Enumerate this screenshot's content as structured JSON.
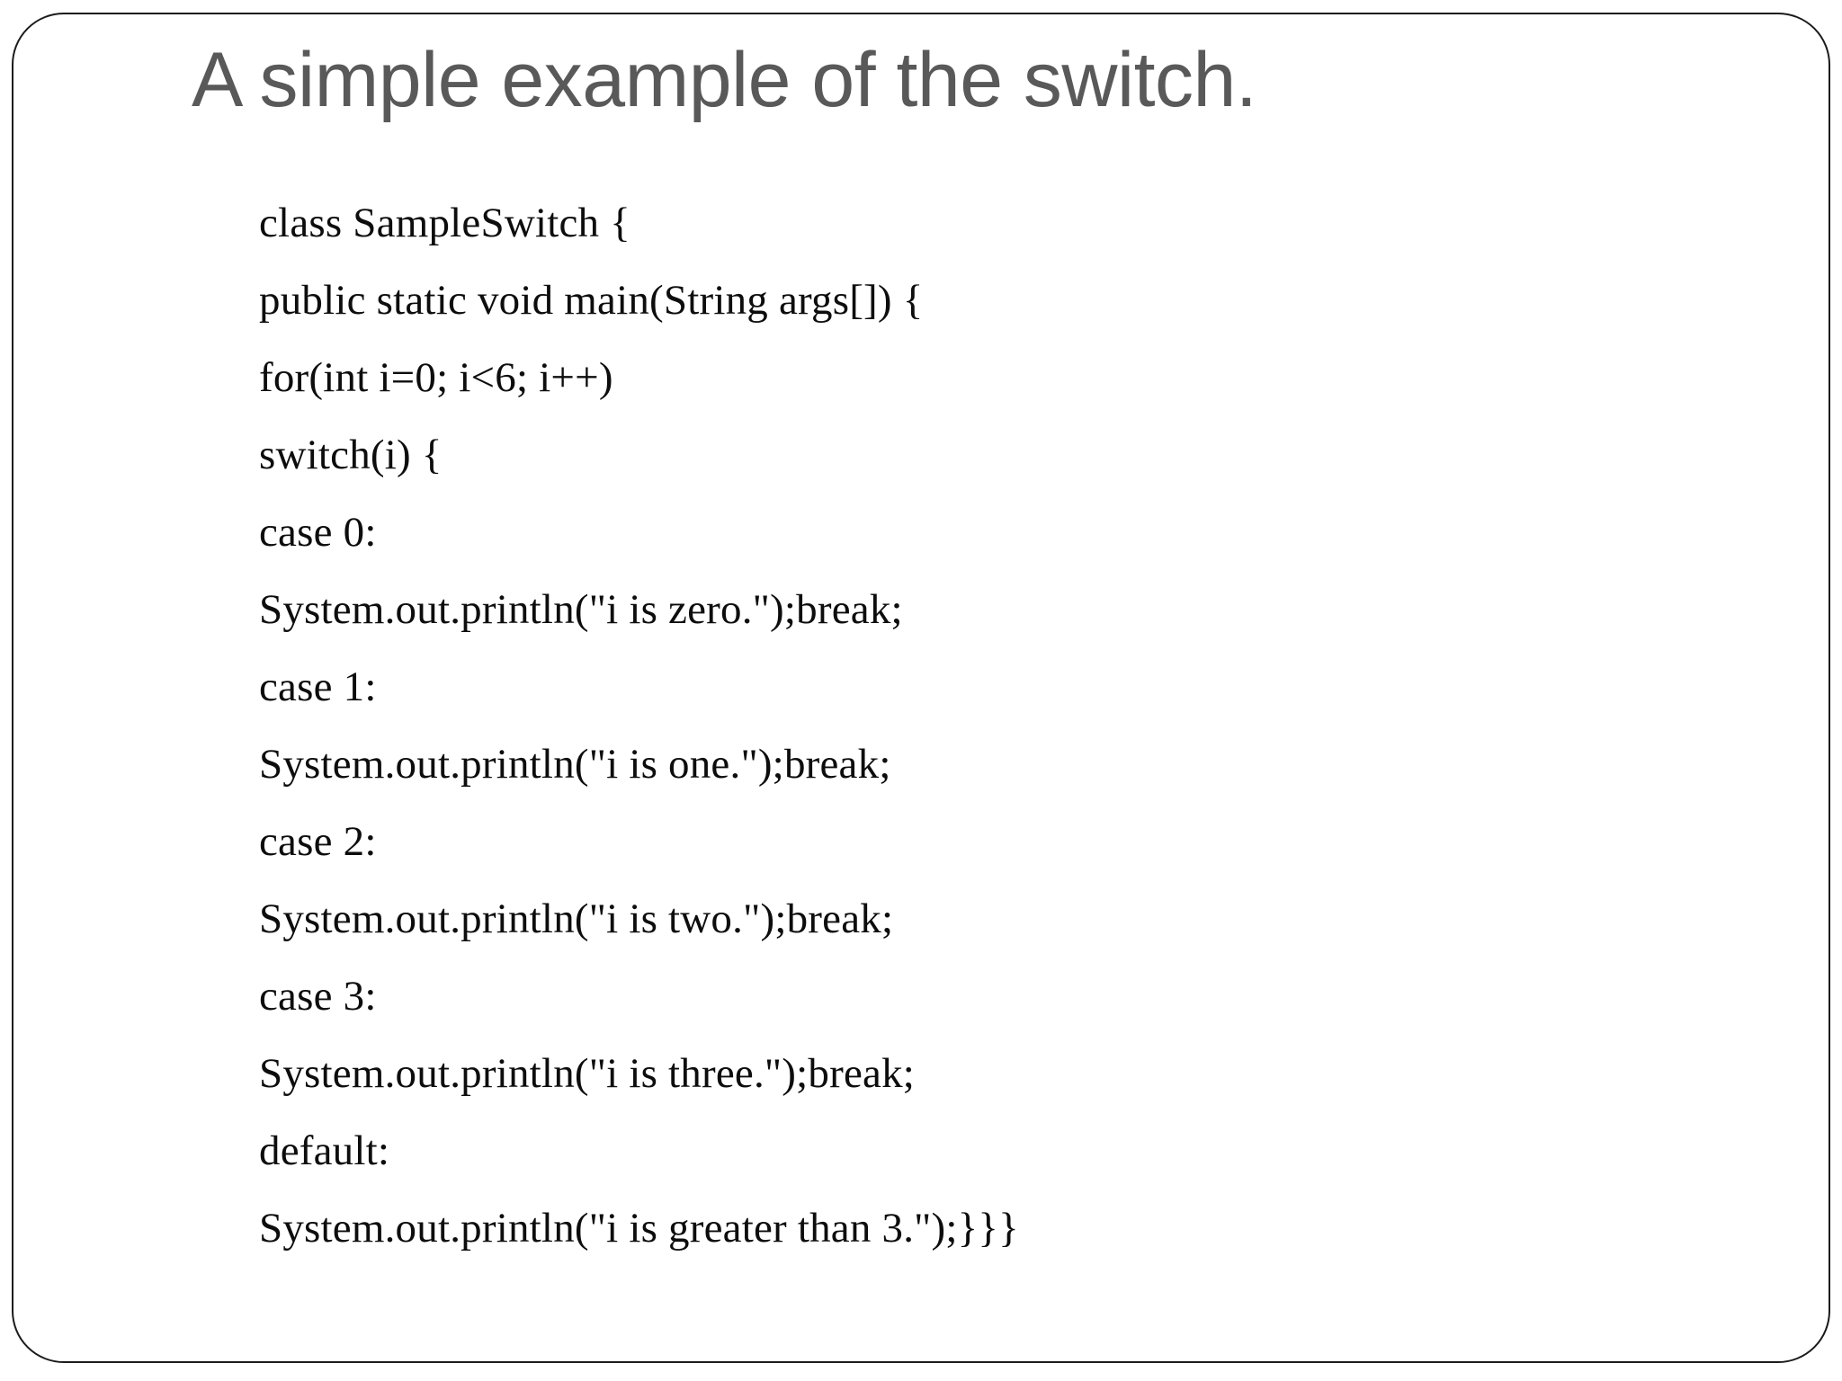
{
  "slide": {
    "title": "A simple example of the switch.",
    "title_color": "#595959",
    "body_color": "#0d0d0d",
    "border_color": "#1b1b1b",
    "background_color": "#ffffff",
    "code_lines": [
      "class SampleSwitch {",
      "public static void main(String args[]) {",
      "for(int i=0; i<6; i++)",
      "switch(i) {",
      "case 0:",
      "System.out.println(\"i is zero.\");break;",
      "case 1:",
      "System.out.println(\"i is one.\");break;",
      "case 2:",
      "System.out.println(\"i is two.\");break;",
      "case 3:",
      "System.out.println(\"i is three.\");break;",
      "default:",
      "System.out.println(\"i is greater than 3.\");}}}"
    ]
  }
}
